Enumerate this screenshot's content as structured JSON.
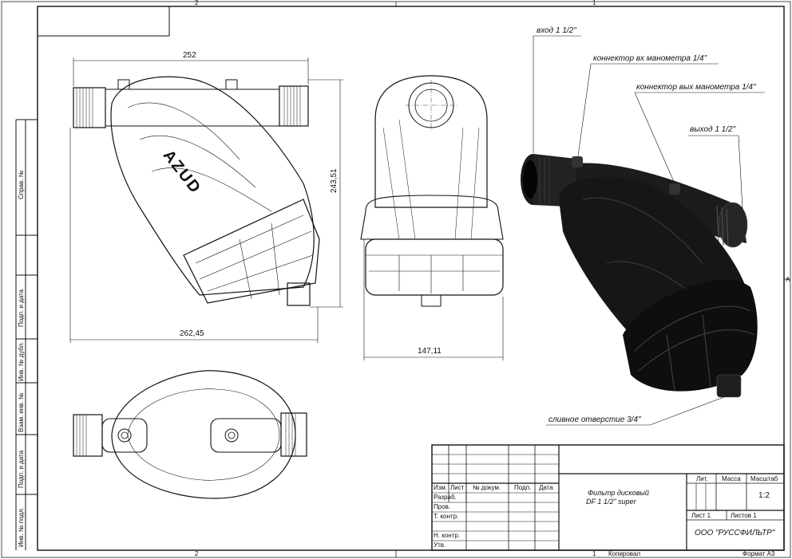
{
  "zones": {
    "top_left": "2",
    "top_right": "1",
    "bottom_left": "2",
    "bottom_right": "1",
    "right_edge": "A"
  },
  "side_columns": [
    "Инв. № подл.",
    "Подп. и дата",
    "Взам. инв. №",
    "Инв. № дубл.",
    "Подп. и дата",
    "Справ. №"
  ],
  "front_view": {
    "brand": "AZUD",
    "width_top": "252",
    "width_bottom": "262,45",
    "height": "243,51"
  },
  "side_view": {
    "width": "147,11"
  },
  "callouts": {
    "inlet": "вход 1 1/2\"",
    "inlet_gauge": "коннектор вх манометра 1/4\"",
    "outlet_gauge": "коннектор вых манометра 1/4\"",
    "outlet": "выход 1 1/2\"",
    "drain": "сливное отверстие  3/4\""
  },
  "title_block": {
    "rev_headers": [
      "Изм.",
      "Лист",
      "№ докум.",
      "Подп.",
      "Дата"
    ],
    "roles": [
      "Разраб.",
      "Пров.",
      "Т. контр.",
      "",
      "Н. контр.",
      "Утв."
    ],
    "title_line1": "Фильтр дисковый",
    "title_line2": "DF 1 1/2\" super",
    "lit_label": "Лит.",
    "mass_label": "Масса",
    "scale_label": "Масштаб",
    "scale_value": "1:2",
    "sheet_label": "Лист 1",
    "sheets_label": "Листов 1",
    "company": "ООО \"РУССФИЛЬТР\""
  },
  "footer": {
    "copied": "Копировал",
    "format": "Формат А3"
  }
}
